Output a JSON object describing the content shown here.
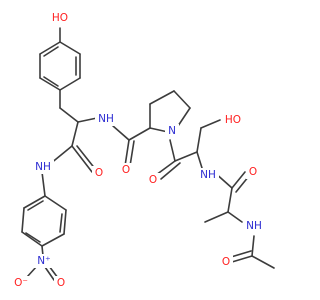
{
  "colors": {
    "bond": "#3c3c3c",
    "oxygen": "#ff2020",
    "nitrogen": "#2d2dd2",
    "carbon": "#3c3c3c",
    "background": "#ffffff"
  },
  "labels": {
    "ho_top": "HO",
    "ho_ser": "HO",
    "nh_tyr_pro": "NH",
    "nh_anilide": "NH",
    "nh_ser_ala": "NH",
    "nh_acetyl": "NH",
    "n_pro": "N",
    "o_tyr_carbonyl": "O",
    "o_pro_carbonyl": "O",
    "o_ser_carbonyl": "O",
    "o_ala_carbonyl": "O",
    "o_acetyl": "O",
    "nitro_n": "N⁺",
    "nitro_o_single": "O⁻",
    "nitro_o_double": "O"
  }
}
